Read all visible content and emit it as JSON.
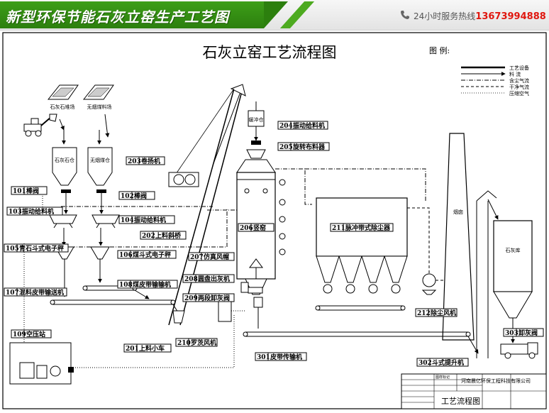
{
  "header": {
    "title": "新型环保节能石灰立窑生产工艺图",
    "hotline_label": "24小时服务热线",
    "hotline_number": "13673994888",
    "icon": "phone-icon"
  },
  "diagram": {
    "title": "石灰立窑工艺流程图",
    "legend": {
      "title": "图 例:",
      "items": [
        "工艺设备",
        "料  流",
        "含尘气流",
        "干净气流",
        "压缩空气"
      ]
    },
    "labels": {
      "limestone_yard": "石灰石堆场",
      "coal_yard": "无烟煤料场",
      "limestone_silo": "石灰石仓",
      "coal_silo": "无烟煤仓",
      "buffer_bin": "缓冲仓",
      "chimney": "烟囱",
      "lime_silo": "石灰库"
    },
    "equipment": [
      {
        "code": "101",
        "name": "棒阀"
      },
      {
        "code": "102",
        "name": "棒阀"
      },
      {
        "code": "103",
        "name": "振动给料机"
      },
      {
        "code": "104",
        "name": "振动给料机"
      },
      {
        "code": "105",
        "name": "青石斗式电子秤"
      },
      {
        "code": "106",
        "name": "煤斗式电子秤"
      },
      {
        "code": "107",
        "name": "混料皮带输送机"
      },
      {
        "code": "108",
        "name": "煤皮带输输机"
      },
      {
        "code": "109",
        "name": "空压站"
      },
      {
        "code": "201",
        "name": "上料小车"
      },
      {
        "code": "202",
        "name": "上料斜桥"
      },
      {
        "code": "203",
        "name": "卷扬机"
      },
      {
        "code": "204",
        "name": "振动给料机"
      },
      {
        "code": "205",
        "name": "旋转布料器"
      },
      {
        "code": "206",
        "name": "竖窑"
      },
      {
        "code": "207",
        "name": "仿真风帽"
      },
      {
        "code": "208",
        "name": "圆盘出灰机"
      },
      {
        "code": "209",
        "name": "两段卸灰阀"
      },
      {
        "code": "210",
        "name": "罗茨风机"
      },
      {
        "code": "211",
        "name": "脉冲带式除尘器"
      },
      {
        "code": "212",
        "name": "除尘风机"
      },
      {
        "code": "301",
        "name": "皮带传输机"
      },
      {
        "code": "302",
        "name": "斗式提升机"
      },
      {
        "code": "303",
        "name": "卸灰阀"
      }
    ],
    "title_block": {
      "company": "河南晨亿环保工程科技有限公司",
      "drawing_name": "工艺流程图",
      "mark_label": "图样标记"
    }
  }
}
